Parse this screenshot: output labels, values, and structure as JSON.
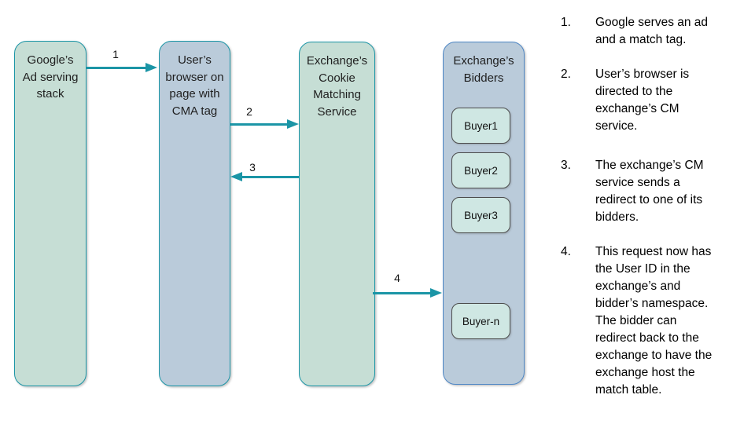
{
  "colors": {
    "teal_accent": "#1b95a6",
    "bidders_border_blue": "#4e87c5",
    "green_fill": "#c6ded5",
    "blue_fill": "#bacbda",
    "buyer_fill": "#cfe7e3"
  },
  "diagram": {
    "nodes": [
      {
        "id": "google-ad-serving-stack",
        "label": "Google’s\nAd serving\nstack"
      },
      {
        "id": "users-browser",
        "label": "User’s\nbrowser on\npage with\nCMA tag"
      },
      {
        "id": "exchange-cookie-matching-service",
        "label": "Exchange’s\nCookie\nMatching\nService"
      },
      {
        "id": "exchange-bidders",
        "label": "Exchange’s\nBidders"
      }
    ],
    "bidders": [
      {
        "label": "Buyer1"
      },
      {
        "label": "Buyer2"
      },
      {
        "label": "Buyer3"
      },
      {
        "label": "Buyer-n"
      }
    ],
    "arrows": [
      {
        "label": "1",
        "from": "google-ad-serving-stack",
        "to": "users-browser",
        "direction": "right"
      },
      {
        "label": "2",
        "from": "users-browser",
        "to": "exchange-cookie-matching-service",
        "direction": "right"
      },
      {
        "label": "3",
        "from": "exchange-cookie-matching-service",
        "to": "users-browser",
        "direction": "left"
      },
      {
        "label": "4",
        "from": "exchange-cookie-matching-service",
        "to": "exchange-bidders",
        "direction": "right"
      }
    ]
  },
  "steps": [
    {
      "number": "1.",
      "text": "Google serves an ad\nand a match tag."
    },
    {
      "number": "2.",
      "text": "User’s browser is\ndirected to the\nexchange’s CM\nservice."
    },
    {
      "number": "3.",
      "text": "The exchange’s CM\nservice sends a\nredirect to one of its\nbidders."
    },
    {
      "number": "4.",
      "text": "This request now has\nthe User ID in the\nexchange’s and\nbidder’s namespace.\nThe bidder can\nredirect back to the\nexchange to have the\nexchange host the\nmatch table."
    }
  ]
}
